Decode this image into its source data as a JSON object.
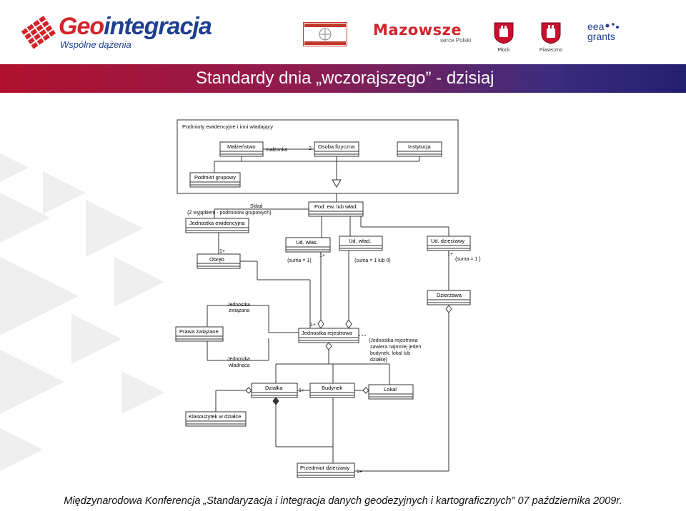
{
  "header": {
    "logo_title_a": "Geo",
    "logo_title_b": "integracja",
    "logo_subtitle": "Wspólne dążenia",
    "partners": [
      {
        "name": "Mazowsze",
        "sub": "serce Polski"
      },
      {
        "name": "Płock"
      },
      {
        "name": "Piaseczno"
      },
      {
        "name": "eea",
        "sub": "grants"
      }
    ]
  },
  "slide": {
    "title": "Standardy dnia „wczorajszego” - dzisiaj"
  },
  "diagram": {
    "package_title": "Podmioty ewidencyjne i inni władający",
    "classes": {
      "malzenstwo": "Małżeństwo",
      "osoba_fizyczna": "Osoba fizyczna",
      "instytucja": "Instytucja",
      "podmiot_grupowy": "Podmiot grupowy",
      "pod_ew_lub_wlad": "Pod. ew. lub wład.",
      "jednostka_ewidencyjna": "Jednostka ewidencyjna",
      "obreb": "Obręb",
      "ud_wlas": "Ud. włas.",
      "ud_wlad": "Ud. wład.",
      "ud_dzierzawy": "Ud. dzierżawy",
      "dzierzawa": "Dzierżawa",
      "prawa_zwiazane": "Prawa związane",
      "jednostka_rejestrowa": "Jednostka rejestrowa",
      "dzialka": "Działka",
      "budynek": "Budynek",
      "lokal": "Lokal",
      "klasouzytek": "Klasoużytek w działce",
      "przedmiot_dzierzawy": "Przedmiot dzierżawy"
    },
    "labels": {
      "malzonka": "małżonka",
      "two": "2",
      "sklad": "Skład",
      "z_wyjatkiem": "{Z  wyjątkiem  - podmiotów grupowych}",
      "one_plus": "1+",
      "suma_1": "{suma = 1}",
      "suma_1_lub_0": "{suma = 1 lub 0}",
      "suma_1b": "{suma = 1 }",
      "jedn_zwiazana_1": "Jednostka",
      "jedn_zwiazana_2": "związana",
      "jedn_wladnaca_1": "Jednostka",
      "jedn_wladnaca_2": "władnąca",
      "note_1": "{Jednostka rejestrowa",
      "note_2": "zawiera najmniej jeden",
      "note_3": "budynek, lokal lub",
      "note_4": "działkę}"
    }
  },
  "footer": {
    "text": "Międzynarodowa Konferencja „Standaryzacja i integracja danych geodezyjnych i kartograficznych”  07 października 2009r."
  }
}
